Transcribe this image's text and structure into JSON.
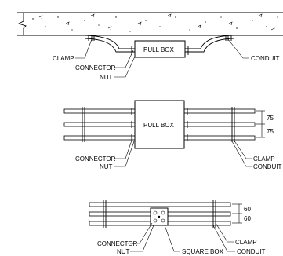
{
  "labels": {
    "pull_box": "PULL BOX",
    "clamp": "CLAMP",
    "connector": "CONNECTOR",
    "nut": "NUT",
    "conduit": "CONDUIT",
    "square_box": "SQUARE BOX"
  },
  "dimensions": {
    "mid_spacing": "75",
    "bottom_spacing": "60"
  },
  "colors": {
    "line": "#000000",
    "background": "#ffffff"
  }
}
